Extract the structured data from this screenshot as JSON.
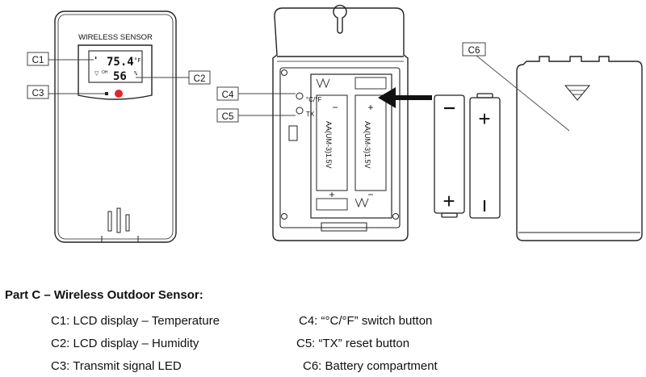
{
  "device_front": {
    "title": "WIRELESS SENSOR",
    "temperature": "75.4",
    "temperature_unit": "°F",
    "humidity": "56",
    "humidity_unit": "%",
    "signal_label": "OH"
  },
  "device_back": {
    "switch_unit_label": "°C/°F",
    "tx_label": "TX",
    "battery_label_1": "AA(UM-3)1.5V",
    "battery_label_2": "AA(UM-3)1.5V"
  },
  "callouts": {
    "c1": "C1",
    "c2": "C2",
    "c3": "C3",
    "c4": "C4",
    "c5": "C5",
    "c6": "C6"
  },
  "symbols": {
    "plus": "+",
    "minus": "−"
  },
  "legend": {
    "title": "Part C – Wireless Outdoor Sensor:",
    "items": [
      "C1: LCD display – Temperature",
      "C2: LCD display – Humidity",
      "C3: Transmit signal LED",
      "C4: “°C/°F” switch button",
      "C5: “TX” reset button",
      "C6: Battery compartment"
    ]
  },
  "colors": {
    "line": "#222222",
    "led": "#e0262b",
    "arrow": "#111111"
  }
}
